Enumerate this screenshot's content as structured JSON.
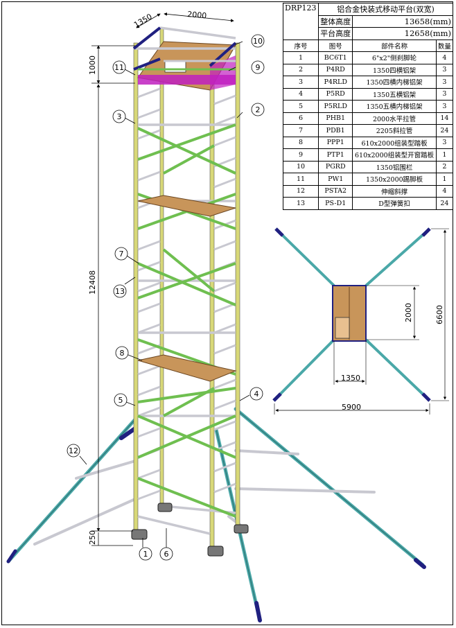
{
  "title_block": {
    "code": "DRP123",
    "title": "铝合金快装式移动平台(双宽)",
    "overall_height_label": "整体高度",
    "overall_height_value": "13658(mm)",
    "platform_height_label": "平台高度",
    "platform_height_value": "12658(mm)"
  },
  "bom": {
    "headers": [
      "序号",
      "图号",
      "部件名称",
      "数量"
    ],
    "rows": [
      [
        "1",
        "BC6T1",
        "6\"x2\"侧刹脚轮",
        "4"
      ],
      [
        "2",
        "P4RD",
        "1350四横铝架",
        "3"
      ],
      [
        "3",
        "P4RLD",
        "1350四横内梯铝架",
        "3"
      ],
      [
        "4",
        "P5RD",
        "1350五横铝架",
        "3"
      ],
      [
        "5",
        "P5RLD",
        "1350五横内梯铝架",
        "3"
      ],
      [
        "6",
        "PHB1",
        "2000水平拉管",
        "14"
      ],
      [
        "7",
        "PDB1",
        "2205斜拉管",
        "24"
      ],
      [
        "8",
        "PPP1",
        "610x2000组装型踏板",
        "3"
      ],
      [
        "9",
        "PTP1",
        "610x2000组装型开窗踏板",
        "1"
      ],
      [
        "10",
        "PGRD",
        "1350铝围栏",
        "2"
      ],
      [
        "11",
        "PW1",
        "1350x2000踢脚板",
        "1"
      ],
      [
        "12",
        "PSTA2",
        "伸缩斜撑",
        "4"
      ],
      [
        "13",
        "PS-D1",
        "D型弹簧扣",
        "24"
      ]
    ]
  },
  "dimensions": {
    "width": "1350",
    "length": "2000",
    "guardrail": "1000",
    "height": "12408",
    "base": "250",
    "plan_length": "2000",
    "plan_width": "1350",
    "plan_span_x": "5900",
    "plan_span_y": "6600"
  },
  "balloons": [
    "1",
    "2",
    "3",
    "4",
    "5",
    "6",
    "7",
    "8",
    "9",
    "10",
    "11",
    "12",
    "13"
  ],
  "colors": {
    "frame_yellow": "#d8d878",
    "brace_green": "#6fbf50",
    "horizontal_grey": "#c8c8d0",
    "outrigger_cyan": "#4aa8a8",
    "platform_wood": "#c8955a",
    "purple_toeboard": "#c020c0",
    "blue_end": "#202080"
  }
}
